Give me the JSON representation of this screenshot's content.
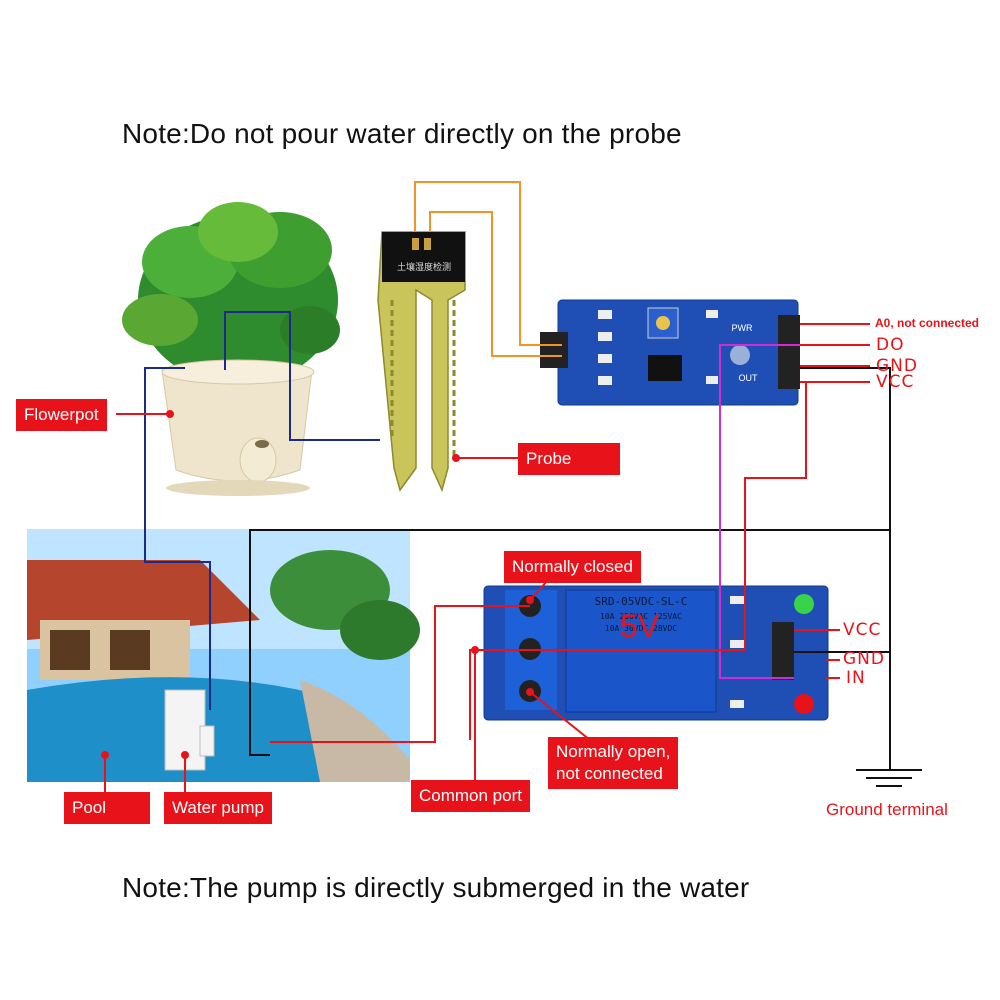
{
  "notes": {
    "top": "Note:Do not pour water directly on the probe",
    "bottom": "Note:The pump is directly submerged in the water"
  },
  "labels": {
    "flowerpot": "Flowerpot",
    "probe": "Probe",
    "normally_closed": "Normally closed",
    "normally_open": "Normally open,\nnot connected",
    "common_port": "Common port",
    "pool": "Pool",
    "water_pump": "Water pump",
    "ground_terminal": "Ground terminal"
  },
  "sensor_module_pins": {
    "a0": "A0, not connected",
    "do": "DO",
    "gnd": "GND",
    "vcc": "VCC"
  },
  "relay_pins": {
    "vcc": "VCC",
    "gnd": "GND",
    "in": "IN"
  },
  "relay_voltage": "5V",
  "board_text": {
    "relay_model": "SRD-05VDC-SL-C",
    "relay_rating_1": "10A 250VAC 125VAC",
    "relay_rating_2": "10A 30VDC 28VDC",
    "probe_chip": "土壤湿度检测",
    "sensor_pwr": "PWR",
    "sensor_out": "OUT"
  },
  "colors": {
    "label_red": "#e8131a",
    "wire_blue": "#1c2a8a",
    "wire_orange": "#f0932b",
    "wire_magenta": "#d12ad1",
    "wire_red": "#e8131a",
    "wire_black": "#111111",
    "pcb_blue": "#1f4fb4"
  }
}
